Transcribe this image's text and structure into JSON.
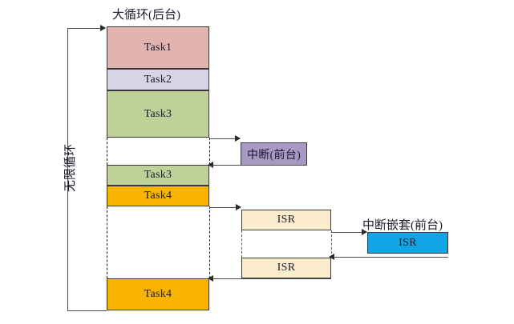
{
  "diagram": {
    "title_main": "大循环(后台)",
    "loop_label": "无限循环",
    "interrupt_label": "中断(前台)",
    "nested_interrupt_label": "中断嵌套(前台)",
    "caption": "",
    "colors": {
      "task1": "#e2b4b0",
      "task2": "#d9d3e6",
      "task3": "#bed199",
      "task4": "#f9b400",
      "interrupt": "#a898c4",
      "isr": "#fbeccb",
      "isr_nested": "#12a5e6",
      "border": "#3a3a3a",
      "line": "#4a4a4a"
    },
    "main_column": [
      {
        "label": "Task1",
        "color_key": "task1"
      },
      {
        "label": "Task2",
        "color_key": "task2"
      },
      {
        "label": "Task3",
        "color_key": "task3"
      },
      {
        "label": "Task3",
        "color_key": "task3"
      },
      {
        "label": "Task4",
        "color_key": "task4"
      },
      {
        "label": "Task4",
        "color_key": "task4"
      }
    ],
    "isr_boxes": [
      {
        "label": "ISR"
      },
      {
        "label": "ISR"
      }
    ],
    "nested_isr": {
      "label": "ISR"
    }
  }
}
